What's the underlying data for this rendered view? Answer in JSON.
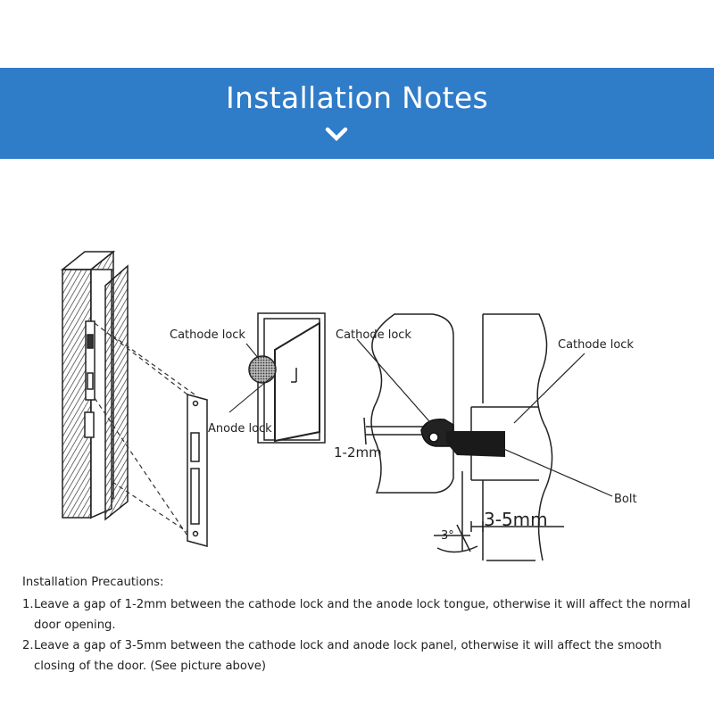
{
  "banner": {
    "title": "Installation Notes",
    "color": "#2f7cc8",
    "icon": "chevron-down-icon"
  },
  "diagram": {
    "labels": {
      "cathode_1": "Cathode lock",
      "anode": "Anode lock",
      "cathode_2": "Cathode lock",
      "cathode_3": "Cathode lock",
      "gap_small": "1-2mm",
      "bolt": "Bolt",
      "gap_large": "3-5mm",
      "angle": "3°"
    }
  },
  "notes": {
    "title": "Installation Precautions:",
    "items": [
      {
        "num": "1.",
        "text": "Leave a gap of 1-2mm between the cathode lock and the anode lock tongue, otherwise it will affect the normal door opening."
      },
      {
        "num": "2.",
        "text": "Leave a gap of 3-5mm between the cathode lock and anode lock panel, otherwise it will affect the smooth closing of the door. (See picture above)"
      }
    ]
  }
}
